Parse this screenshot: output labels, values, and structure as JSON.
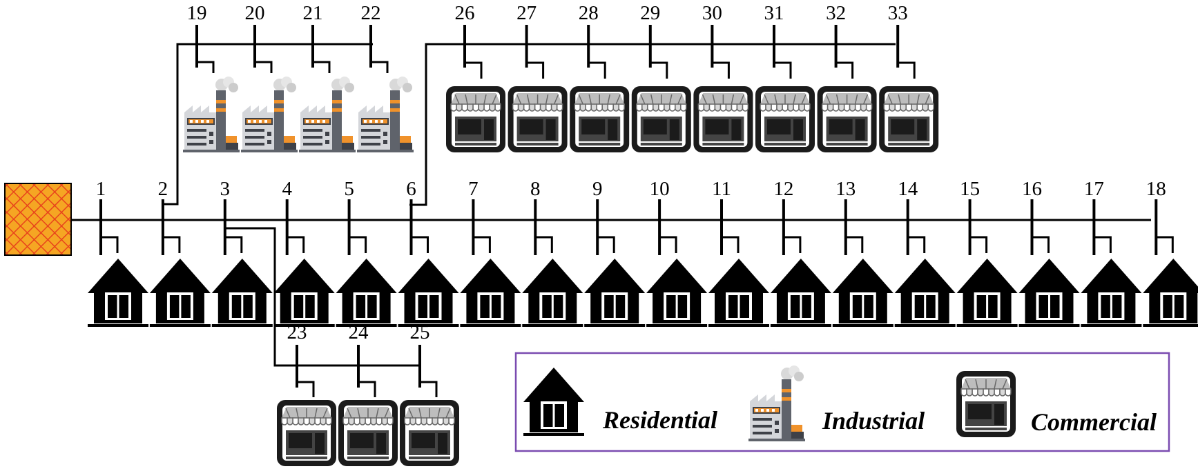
{
  "diagram": {
    "source_symbol": "substation-icon",
    "main_feeder": {
      "buses": [
        "1",
        "2",
        "3",
        "4",
        "5",
        "6",
        "7",
        "8",
        "9",
        "10",
        "11",
        "12",
        "13",
        "14",
        "15",
        "16",
        "17",
        "18"
      ],
      "load_type": "residential"
    },
    "lateral_from_bus_2": {
      "buses": [
        "19",
        "20",
        "21",
        "22"
      ],
      "load_type": "industrial"
    },
    "lateral_from_bus_6": {
      "buses": [
        "26",
        "27",
        "28",
        "29",
        "30",
        "31",
        "32",
        "33"
      ],
      "load_type": "commercial"
    },
    "lateral_from_bus_3": {
      "buses": [
        "23",
        "24",
        "25"
      ],
      "load_type": "commercial"
    }
  },
  "legend": {
    "residential": "Residential",
    "industrial": "Industrial",
    "commercial": "Commercial"
  },
  "colors": {
    "line": "#000000",
    "substation_fill": "#f5a623",
    "substation_hatch": "#e8431c",
    "legend_border": "#7a4bb0",
    "factory_orange": "#f0922b",
    "factory_gray": "#6b6f77",
    "shop_dark": "#1b1b1b"
  }
}
